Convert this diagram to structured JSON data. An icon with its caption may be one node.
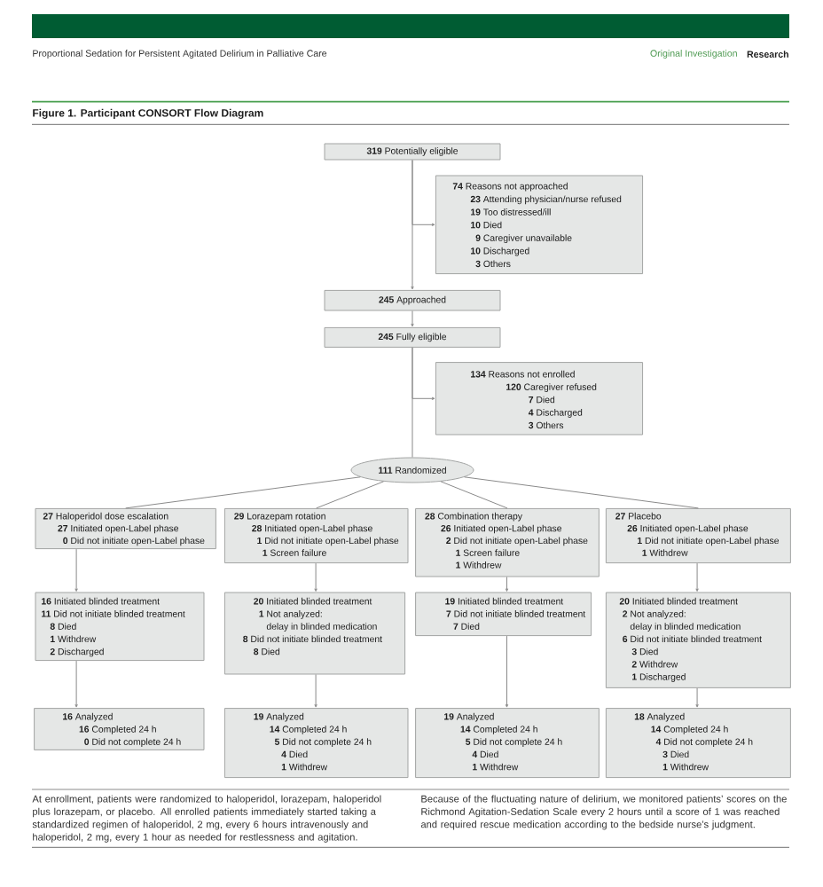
{
  "diagram": {
    "title": "Figure 1. Participant CONSORT Flow Diagram",
    "nodes": [
      {
        "text": [
          "**319** Potentially eligible"
        ]
      },
      {
        "text": [
          "**74** Reasons not approached",
          "**23** Attending physician/nurse refused",
          "**19** Too distressed/ill",
          "**10** Died",
          "**9** Caregiver unavailable",
          "**10** Discharged",
          "**3** Others"
        ]
      },
      {
        "text": [
          "**245** Approached"
        ]
      },
      {
        "text": [
          "**245** Fully eligible"
        ]
      },
      {
        "text": [
          "**134** Reasons not enrolled",
          "**120** Caregiver refused",
          "**7** Died",
          "**4** Discharged",
          "**3** Others"
        ]
      },
      {
        "text": [
          "**111** Randomized"
        ]
      },
      {
        "text": [
          "**27** Haloperidol dose escalation",
          "**27** Initiated open-Label phase",
          "**0** Did not initiate open-Label phase"
        ]
      },
      {
        "text": [
          "**29** Lorazepam rotation",
          "**28** Initiated open-Label phase",
          "**1** Did not initiate open-Label phase",
          "**1** Screen failure"
        ]
      },
      {
        "text": [
          "**28** Combination therapy",
          "**26** Initiated open-Label phase",
          "**2** Did not initiate open-Label phase",
          "**1** Screen failure",
          "**1** Withdrew"
        ]
      },
      {
        "text": [
          "**27** Placebo",
          "**26** Initiated open-Label phase",
          "**1** Did not initiate open-Label phase",
          "**1** Withdrew"
        ]
      },
      {
        "text": [
          "**16** Initiated blinded treatment",
          "**11** Did not initiate blinded treatment",
          "**8** Died",
          "**1** Withdrew",
          "**2** Discharged"
        ]
      },
      {
        "text": [
          "**20** Initiated blinded treatment",
          "**1** Not analyzed: delay in blinded medication",
          "**8** Did not initiate blinded treatment",
          "**8** Died"
        ]
      },
      {
        "text": [
          "**19** Initiated blinded treatment",
          "**7** Did not initiate blinded treatment",
          "**7** Died"
        ]
      },
      {
        "text": [
          "**20** Initiated blinded treatment",
          "**2** Not analyzed: delay in blinded medication",
          "**6** Did not initiate blinded treatment",
          "**3** Died",
          "**2** Withdrew",
          "**1** Discharged"
        ]
      },
      {
        "text": [
          "**16** Analyzed",
          "**16** Completed 24 h",
          "**0** Did not complete 24 h"
        ]
      },
      {
        "text": [
          "**19** Analyzed",
          "**14** Completed 24 h",
          "**5** Did not complete 24 h",
          "**4** Died",
          "**1** Withdrew"
        ]
      },
      {
        "text": [
          "**19** Analyzed",
          "**14** Completed 24 h",
          "**5** Did not complete 24 h",
          "**4** Died",
          "**1** Withdrew"
        ]
      },
      {
        "text": [
          "**18** Analyzed",
          "**14** Completed 24 h",
          "**4** Did not complete 24 h",
          "**3** Died",
          "**1** Withdrew"
        ]
      }
    ],
    "edges": [
      {
        "from": 0,
        "to": 1,
        "arrow": "to"
      },
      {
        "from": 0,
        "to": 2,
        "arrow": "to"
      },
      {
        "from": 2,
        "to": 3,
        "arrow": "to"
      },
      {
        "from": 3,
        "to": 4,
        "arrow": "to"
      },
      {
        "from": 3,
        "to": 5,
        "arrow": "none"
      },
      {
        "from": 5,
        "to": 6,
        "arrow": "none"
      },
      {
        "from": 5,
        "to": 7,
        "arrow": "none"
      },
      {
        "from": 5,
        "to": 8,
        "arrow": "none"
      },
      {
        "from": 5,
        "to": 9,
        "arrow": "none"
      },
      {
        "from": 6,
        "to": 10,
        "arrow": "to"
      },
      {
        "from": 7,
        "to": 11,
        "arrow": "to"
      },
      {
        "from": 8,
        "to": 12,
        "arrow": "to"
      },
      {
        "from": 9,
        "to": 13,
        "arrow": "to"
      },
      {
        "from": 10,
        "to": 14,
        "arrow": "to"
      },
      {
        "from": 11,
        "to": 15,
        "arrow": "to"
      },
      {
        "from": 12,
        "to": 16,
        "arrow": "to"
      },
      {
        "from": 13,
        "to": 17,
        "arrow": "to"
      }
    ],
    "labels": [
      "Proportional Sedation for Persistent Agitated Delirium in Palliative Care",
      "Original Investigation",
      "Research",
      "At enrollment, patients were randomized to haloperidol, lorazepam, haloperidol plus lorazepam, or placebo. All enrolled patients immediately started taking a standardized regimen of haloperidol, 2 mg, every 6 hours intravenously and haloperidol, 2 mg, every 1 hour as needed for restlessness and agitation.",
      "Because of the fluctuating nature of delirium, we monitored patients’ scores on the Richmond Agitation-Sedation Scale every 2 hours until a score of 1 was reached and required rescue medication according to the bedside nurse’s judgment."
    ]
  }
}
